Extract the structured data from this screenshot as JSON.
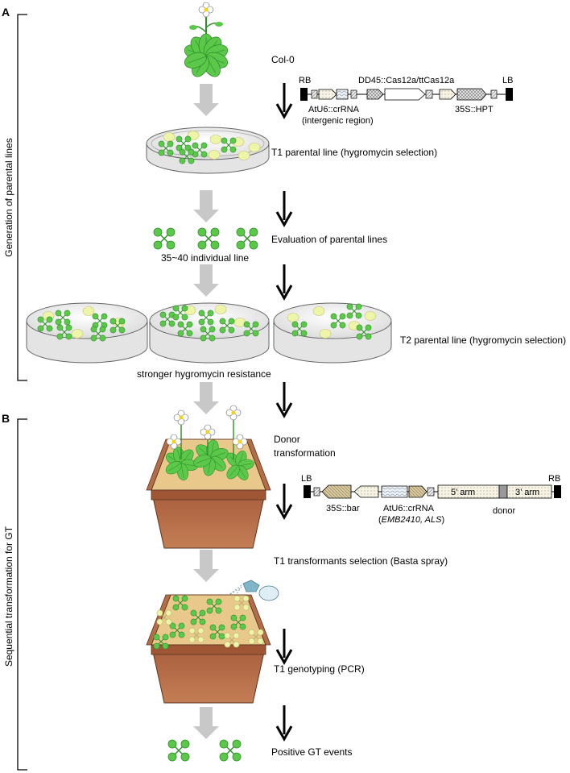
{
  "panels": {
    "a_letter": "A",
    "b_letter": "B",
    "a_side": "Generation of parental lines",
    "b_side": "Sequential transformation for GT"
  },
  "steps": {
    "col0": "Col-0",
    "t1_parental": "T1 parental line (hygromycin selection)",
    "evaluation": "Evaluation of parental lines",
    "individual": "35~40 individual line",
    "t2_parental": "T2 parental line (hygromycin selection)",
    "stronger": "stronger hygromycin resistance",
    "donor_1": "Donor",
    "donor_2": "transformation",
    "t1_selection": "T1 transformants selection (Basta spray)",
    "t1_genotyping": "T1 genotyping (PCR)",
    "positive": "Positive GT events"
  },
  "construct_a": {
    "rb": "RB",
    "lb": "LB",
    "cas": "DD45::Cas12a/ttCas12a",
    "crrna": "AtU6::crRNA",
    "intergenic": "(intergenic region)",
    "hpt": "35S::HPT"
  },
  "construct_b": {
    "lb": "LB",
    "rb": "RB",
    "bar": "35S::bar",
    "crrna": "AtU6::crRNA",
    "targets_open": "(",
    "targets_genes": "EMB2410, ALS",
    "targets_close": ")",
    "arm5": "5’ arm",
    "arm3": "3’ arm",
    "donor": "donor"
  },
  "colors": {
    "leaf": "#5cc84a",
    "leaf_dark": "#2f8f2a",
    "pale_leaf": "#eef5a8",
    "pot": "#b56a45",
    "soil": "#e9c88c",
    "gray_arrow": "#c8c8c8"
  }
}
